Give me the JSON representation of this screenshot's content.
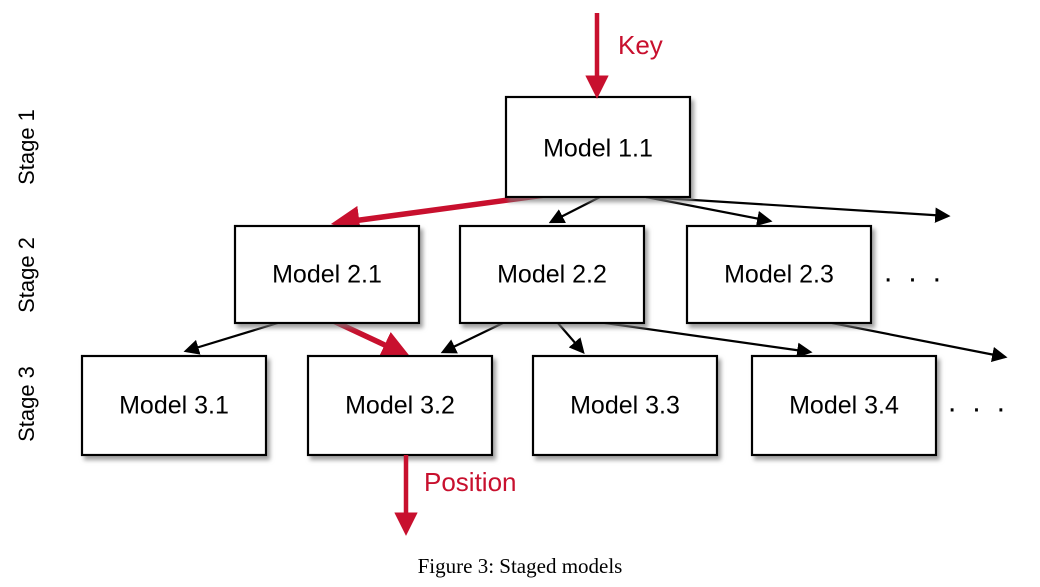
{
  "figure": {
    "caption": "Figure 3: Staged models",
    "background_color": "#ffffff",
    "accent_color": "#C8102E",
    "line_color": "#000000"
  },
  "stage_labels": [
    {
      "id": "stage-1",
      "text": "Stage 1"
    },
    {
      "id": "stage-2",
      "text": "Stage 2"
    },
    {
      "id": "stage-3",
      "text": "Stage 3"
    }
  ],
  "flow_labels": {
    "input": "Key",
    "output": "Position"
  },
  "stages": [
    {
      "name": "Stage 1",
      "models": [
        {
          "id": "model-1-1",
          "label": "Model 1.1"
        }
      ],
      "ellipsis": null
    },
    {
      "name": "Stage 2",
      "models": [
        {
          "id": "model-2-1",
          "label": "Model 2.1"
        },
        {
          "id": "model-2-2",
          "label": "Model 2.2"
        },
        {
          "id": "model-2-3",
          "label": "Model 2.3"
        }
      ],
      "ellipsis": "· · ·"
    },
    {
      "name": "Stage 3",
      "models": [
        {
          "id": "model-3-1",
          "label": "Model 3.1"
        },
        {
          "id": "model-3-2",
          "label": "Model 3.2"
        },
        {
          "id": "model-3-3",
          "label": "Model 3.3"
        },
        {
          "id": "model-3-4",
          "label": "Model 3.4"
        }
      ],
      "ellipsis": "· · ·"
    }
  ],
  "edges": [
    {
      "from": "key-input",
      "to": "model-1-1",
      "color": "#C8102E",
      "highlighted": true
    },
    {
      "from": "model-1-1",
      "to": "model-2-1",
      "color": "#C8102E",
      "highlighted": true
    },
    {
      "from": "model-1-1",
      "to": "model-2-2",
      "color": "#000000",
      "highlighted": false
    },
    {
      "from": "model-1-1",
      "to": "model-2-3",
      "color": "#000000",
      "highlighted": false
    },
    {
      "from": "model-1-1",
      "to": "stage-2-more",
      "color": "#000000",
      "highlighted": false
    },
    {
      "from": "model-2-1",
      "to": "model-3-1",
      "color": "#000000",
      "highlighted": false
    },
    {
      "from": "model-2-1",
      "to": "model-3-2",
      "color": "#C8102E",
      "highlighted": true
    },
    {
      "from": "model-2-2",
      "to": "model-3-2",
      "color": "#000000",
      "highlighted": false
    },
    {
      "from": "model-2-2",
      "to": "model-3-3",
      "color": "#000000",
      "highlighted": false
    },
    {
      "from": "model-2-2",
      "to": "model-3-4",
      "color": "#000000",
      "highlighted": false
    },
    {
      "from": "model-2-3",
      "to": "stage-3-more",
      "color": "#000000",
      "highlighted": false
    },
    {
      "from": "model-3-2",
      "to": "position-output",
      "color": "#C8102E",
      "highlighted": true
    }
  ]
}
